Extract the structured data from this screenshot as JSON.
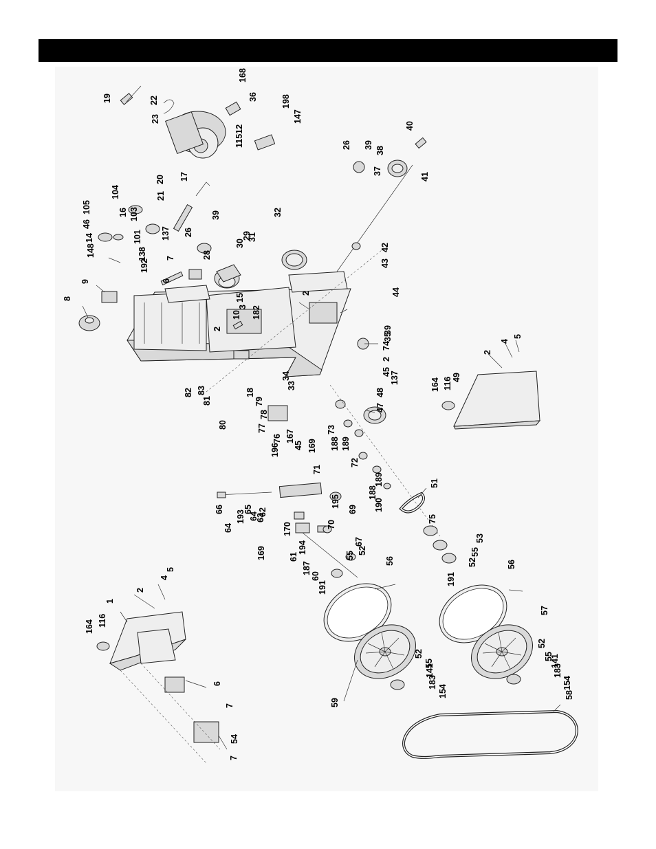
{
  "header": {
    "title": ""
  },
  "diagram": {
    "part_labels": [
      "19",
      "22",
      "23",
      "168",
      "36",
      "198",
      "147",
      "11512",
      "26",
      "39",
      "38",
      "40",
      "37",
      "41",
      "20",
      "17",
      "21",
      "104",
      "105",
      "46",
      "16",
      "103",
      "14",
      "101",
      "148",
      "137",
      "138",
      "192",
      "26",
      "39",
      "7",
      "28",
      "6",
      "29",
      "30",
      "31",
      "32",
      "42",
      "43",
      "8",
      "9",
      "15",
      "3",
      "10",
      "182",
      "2",
      "2",
      "44",
      "35",
      "39",
      "74",
      "2",
      "45",
      "137",
      "82",
      "83",
      "81",
      "80",
      "18",
      "79",
      "78",
      "77",
      "34",
      "33",
      "76",
      "167",
      "196",
      "45",
      "169",
      "71",
      "48",
      "47",
      "73",
      "188",
      "189",
      "72",
      "189",
      "188",
      "190",
      "66",
      "193",
      "65",
      "64",
      "64",
      "62",
      "63",
      "169",
      "195",
      "69",
      "70",
      "170",
      "194",
      "61",
      "187",
      "60",
      "55",
      "52",
      "67",
      "191",
      "56",
      "51",
      "75",
      "53",
      "55",
      "52",
      "191",
      "56",
      "2",
      "4",
      "5",
      "164",
      "116",
      "49",
      "1",
      "2",
      "4",
      "5",
      "164",
      "116",
      "6",
      "7",
      "54",
      "7",
      "59",
      "52",
      "55",
      "141",
      "183",
      "154",
      "57",
      "52",
      "55",
      "141",
      "183",
      "154",
      "58"
    ]
  }
}
